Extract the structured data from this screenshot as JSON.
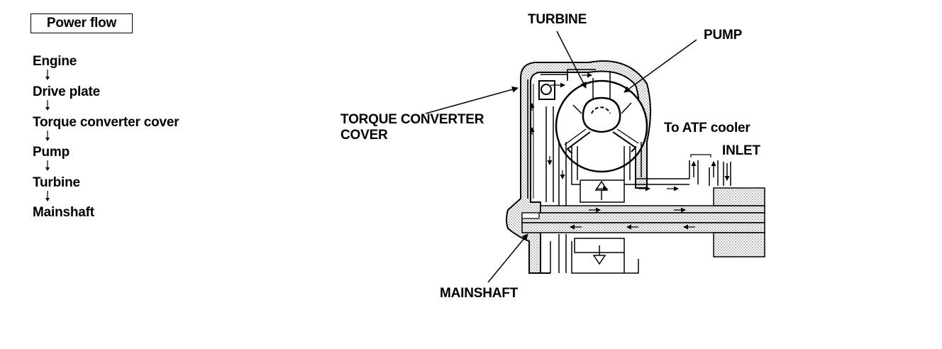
{
  "title": "Power flow",
  "flow_steps": [
    "Engine",
    "Drive plate",
    "Torque converter cover",
    "Pump",
    "Turbine",
    "Mainshaft"
  ],
  "labels": {
    "turbine": "TURBINE",
    "pump": "PUMP",
    "cover_line1": "TORQUE CONVERTER",
    "cover_line2": "COVER",
    "atf_cooler": "To ATF cooler",
    "inlet": "INLET",
    "mainshaft": "MAINSHAFT"
  }
}
